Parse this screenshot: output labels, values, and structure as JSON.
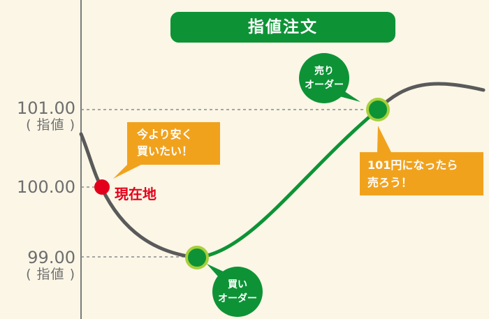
{
  "title": "指値注文",
  "axis": {
    "upper": {
      "value": "101.00",
      "sub": "( 指値 )"
    },
    "middle": {
      "value": "100.00"
    },
    "lower": {
      "value": "99.00",
      "sub": "( 指値 )"
    }
  },
  "current": {
    "label": "現在地"
  },
  "buy_callout": {
    "line1": "今より安く",
    "line2": "買いたい！"
  },
  "sell_callout": {
    "line1": "101円になったら",
    "line2": "売ろう！"
  },
  "buy_bubble": {
    "line1": "買い",
    "line2": "オーダー"
  },
  "sell_bubble": {
    "line1": "売り",
    "line2": "オーダー"
  },
  "colors": {
    "background": "#fbf6e6",
    "green": "#0d9336",
    "gray_line": "#5a5a5a",
    "orange": "#f1a21d",
    "red": "#e3001b",
    "marker_ring": "#a8cf3b"
  }
}
